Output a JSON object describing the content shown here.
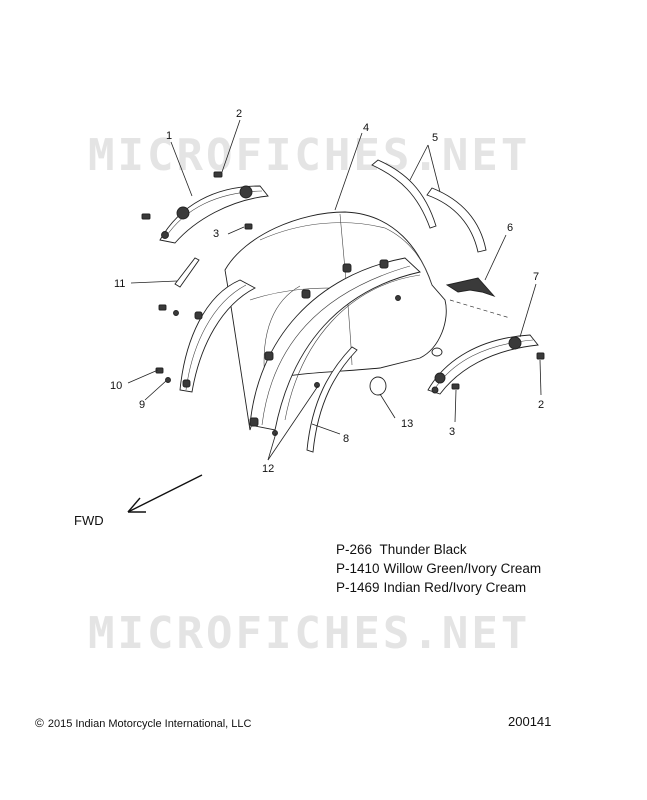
{
  "watermark": {
    "text_top": "MICROFICHES.NET",
    "text_bottom": "MICROFICHES.NET"
  },
  "callouts": {
    "c1": "1",
    "c2a": "2",
    "c2b": "2",
    "c3a": "3",
    "c3b": "3",
    "c4": "4",
    "c5": "5",
    "c6": "6",
    "c7": "7",
    "c8": "8",
    "c9": "9",
    "c10": "10",
    "c11": "11",
    "c12": "12",
    "c13": "13"
  },
  "direction_label": "FWD",
  "paint_codes": [
    {
      "code": "P-266",
      "name": "Thunder Black"
    },
    {
      "code": "P-1410",
      "name": "Willow Green/Ivory Cream"
    },
    {
      "code": "P-1469",
      "name": "Indian Red/Ivory Cream"
    }
  ],
  "copyright": {
    "symbol": "©",
    "text": "2015 Indian Motorcycle International, LLC"
  },
  "diagram_number": "200141"
}
